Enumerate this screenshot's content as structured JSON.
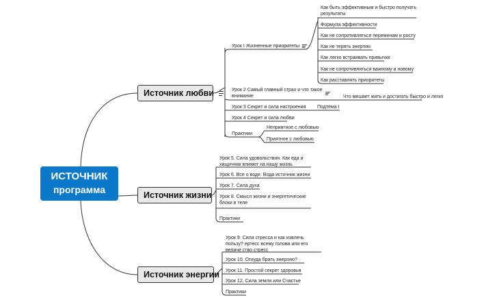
{
  "root": {
    "line1": "ИСТОЧНИК",
    "line2": "программа"
  },
  "branches": [
    {
      "label": "Источник любви",
      "children": [
        {
          "label": "Урок I Жизненные приоритеты",
          "children": [
            "Как быть эффективным и быстро получать результаты",
            "Формула эффективности",
            "Как не сопротивляться переменам и росту",
            "Как не терять энергию",
            "Как легко встраивать привычки",
            "Как не сопротивляться важному и новому",
            "Как расставлять приоритеты"
          ]
        },
        {
          "label": "Урок 2 Самый главный страх и что такое внимание",
          "children": [
            "Что мешает жить и достигать быстро и легко"
          ]
        },
        {
          "label": "Урок 3 Секрет и сила настроения",
          "children": [
            "Подтема I"
          ]
        },
        {
          "label": "Урок 4 Секрет и сила любви",
          "children": []
        },
        {
          "label": "Практики",
          "children": [
            "Неприятное с любовью",
            "Приятное с любовью"
          ]
        }
      ]
    },
    {
      "label": "Источник жизни",
      "children": [
        {
          "label": "Урок 5. Сила удовольствия. Как еда и хищичник влияют на нашу жизнь"
        },
        {
          "label": "Урок 6. Все о воде. Вода источник жизни"
        },
        {
          "label": "Урок 7. Сила духа"
        },
        {
          "label": "Урок 8. Смысл жизни и энергетические блоки в теле"
        },
        {
          "label": "Практики"
        }
      ]
    },
    {
      "label": "Источник энергии",
      "children": [
        {
          "label": "Урок 9. Сила стресса и как извлечь пользу? ертесс всему голова или его величе ство стресс"
        },
        {
          "label": "Урок 10. Откуда брать энергию?"
        },
        {
          "label": "Урок 11. Простой секрет здоровья"
        },
        {
          "label": "Урок 12. Сила земли или Счастье"
        },
        {
          "label": "Практики"
        }
      ]
    }
  ]
}
